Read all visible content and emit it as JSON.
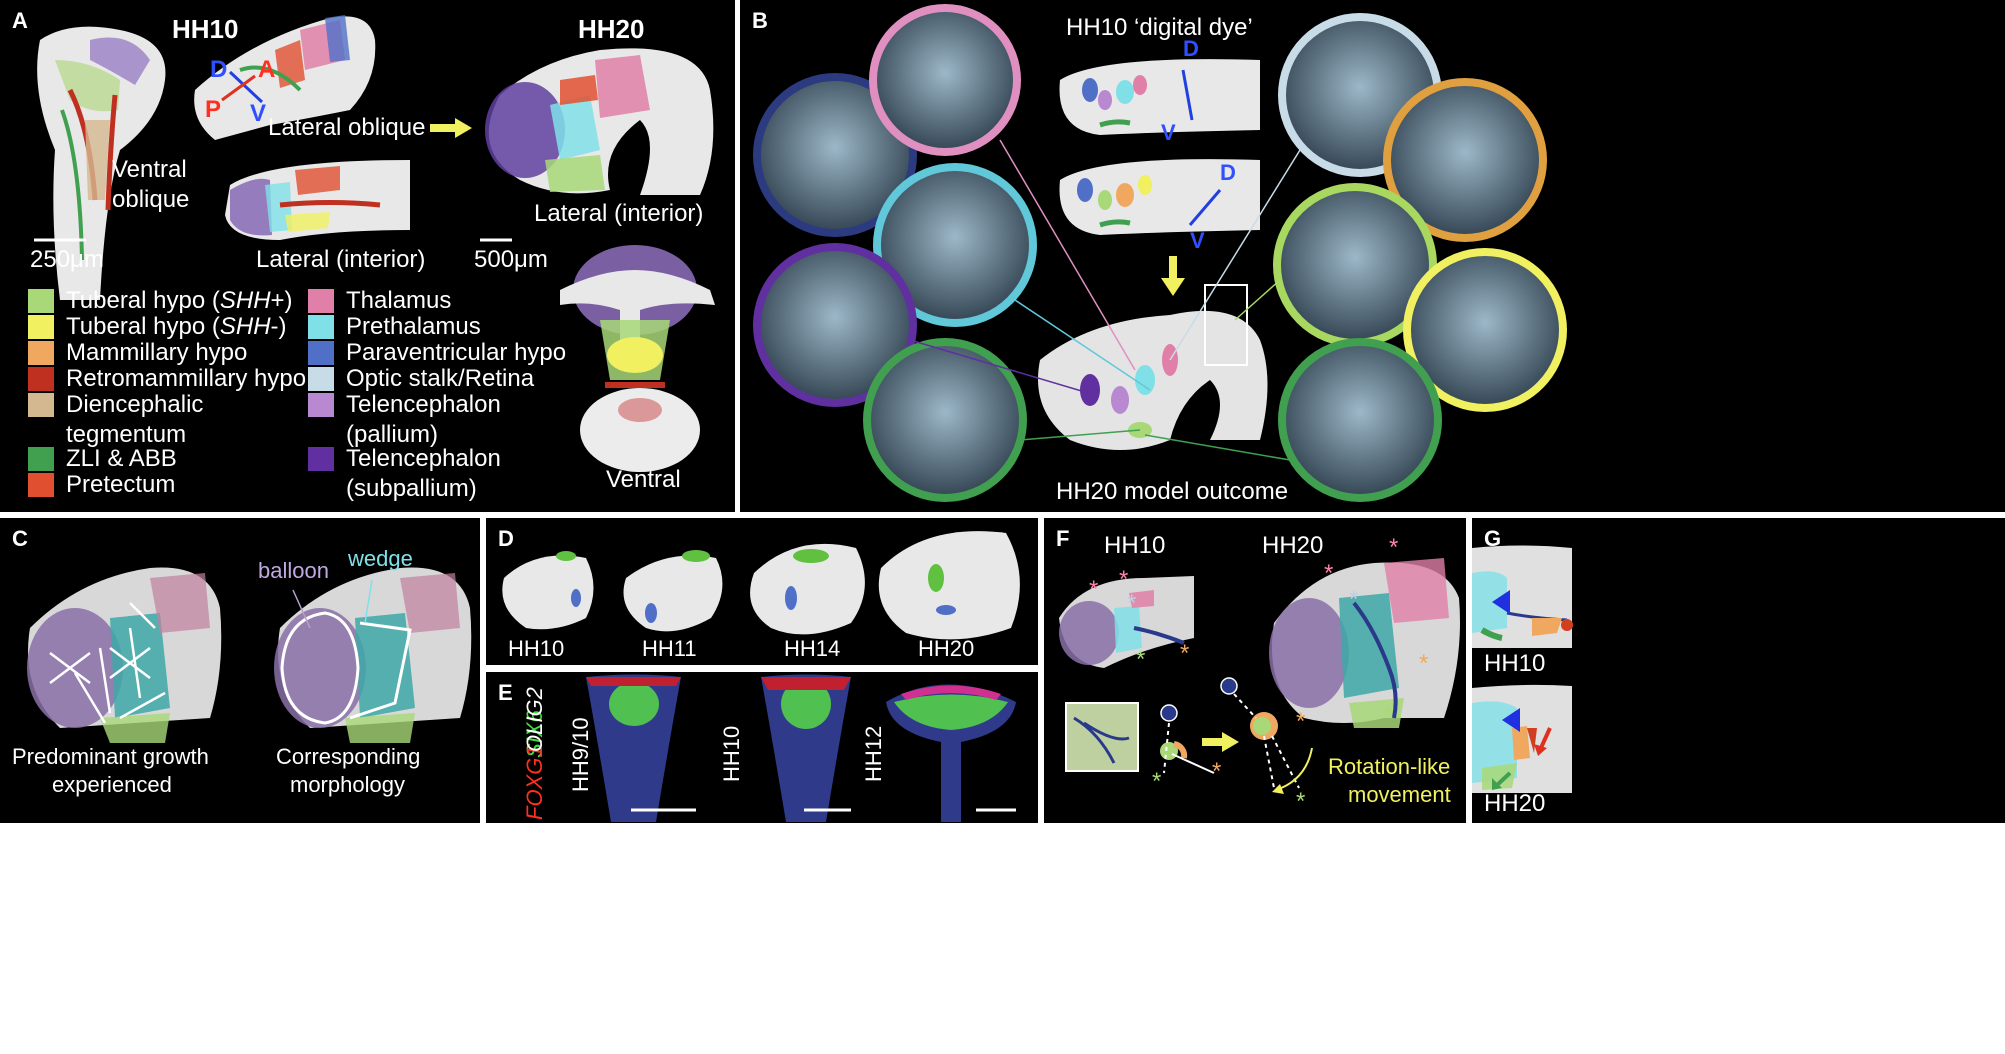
{
  "panelA": {
    "label": "A",
    "stage_left": "HH10",
    "stage_right": "HH20",
    "views": {
      "ventral_oblique_1": "Ventral",
      "ventral_oblique_2": "oblique",
      "lateral_oblique": "Lateral oblique",
      "lateral_interior_left": "Lateral (interior)",
      "lateral_interior_right": "Lateral (interior)",
      "ventral": "Ventral"
    },
    "axes": {
      "D": "D",
      "A": "A",
      "P": "P",
      "V": "V"
    },
    "scale_left": "250μm",
    "scale_right": "500μm",
    "legend": [
      {
        "pre": "Tuberal hypo (",
        "it": "SHH",
        "post": "+)",
        "color": "#a8d878"
      },
      {
        "pre": "Tuberal hypo (",
        "it": "SHH",
        "post": "-)",
        "color": "#f0f060"
      },
      {
        "pre": "Mammillary hypo",
        "it": "",
        "post": "",
        "color": "#f0a860"
      },
      {
        "pre": "Retromammillary hypo",
        "it": "",
        "post": "",
        "color": "#c03020"
      },
      {
        "pre": "Diencephalic",
        "it": "",
        "post": "",
        "line2": "tegmentum",
        "color": "#d4b890"
      },
      {
        "pre": "ZLI & ABB",
        "it": "",
        "post": "",
        "color": "#40a050"
      },
      {
        "pre": "Pretectum",
        "it": "",
        "post": "",
        "color": "#e05030"
      },
      {
        "pre": "Thalamus",
        "it": "",
        "post": "",
        "color": "#e080a8"
      },
      {
        "pre": "Prethalamus",
        "it": "",
        "post": "",
        "color": "#80e0e8"
      },
      {
        "pre": "Paraventricular hypo",
        "it": "",
        "post": "",
        "color": "#5070c8"
      },
      {
        "pre": "Optic stalk/Retina",
        "it": "",
        "post": "",
        "color": "#c8dce8"
      },
      {
        "pre": "Telencephalon",
        "it": "",
        "post": "",
        "line2": "(pallium)",
        "color": "#b888d0"
      },
      {
        "pre": "Telencephalon",
        "it": "",
        "post": "",
        "line2": "(subpallium)",
        "color": "#6030a0"
      }
    ]
  },
  "panelB": {
    "label": "B",
    "title": "HH10 ‘digital dye’",
    "outcome": "HH20 model outcome",
    "axes": {
      "D1": "D",
      "V1": "V",
      "D2": "D",
      "V2": "V"
    }
  },
  "panelC": {
    "label": "C",
    "balloon": "balloon",
    "wedge": "wedge",
    "cap_left_1": "Predominant growth",
    "cap_left_2": "experienced",
    "cap_right_1": "Corresponding",
    "cap_right_2": "morphology"
  },
  "panelD": {
    "label": "D",
    "stages": [
      "HH10",
      "HH11",
      "HH14",
      "HH20"
    ]
  },
  "panelE": {
    "label": "E",
    "markers": {
      "six6": "SIX6",
      "foxg1": "FOXG1",
      "olig2": "OLIG2"
    },
    "stages": [
      "HH9/10",
      "HH10",
      "HH12"
    ]
  },
  "panelF": {
    "label": "F",
    "stage_left": "HH10",
    "stage_right": "HH20",
    "star": "*",
    "caption_1": "Rotation-like",
    "caption_2": "movement"
  },
  "panelG": {
    "label": "G",
    "stage_top": "HH10",
    "stage_bottom": "HH20"
  }
}
